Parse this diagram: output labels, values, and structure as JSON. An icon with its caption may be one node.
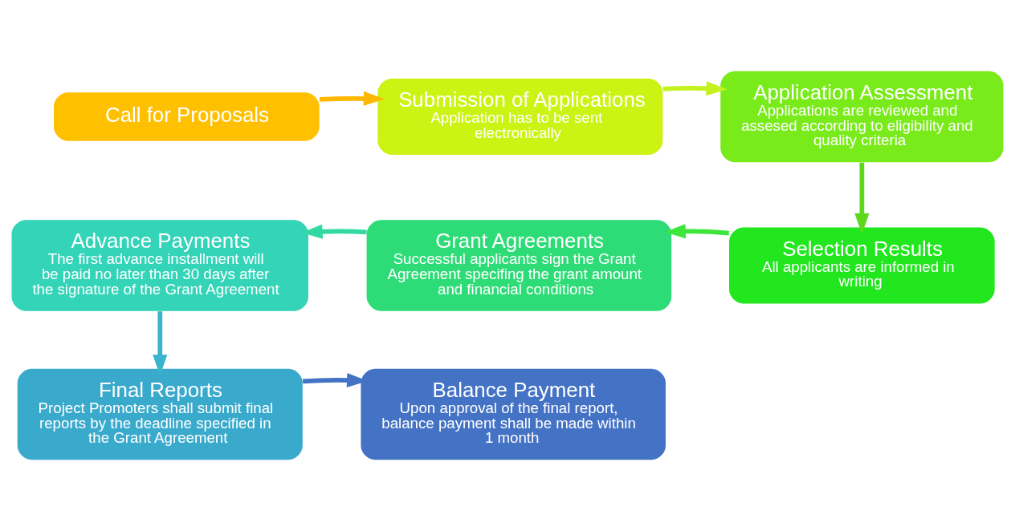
{
  "diagram": {
    "nodes": [
      {
        "text": [
          "Call for Proposals"
        ]
      },
      {
        "text": [
          "Submission of Applications",
          "Application has to be sent electronically"
        ]
      },
      {
        "text": [
          "Application Assessment",
          "Applications are reviewed and assesed according to eligibility and quality criteria"
        ]
      },
      {
        "text": [
          "Selection Results",
          "All applicants are informed in writing"
        ]
      },
      {
        "text": [
          "Grant Agreements",
          "Successful applicants sign the Grant Agreement specifing the grant amount and financial conditions"
        ]
      },
      {
        "text": [
          "Advance Payments",
          "The first advance installment will be paid no later than 30 days after the signature of the Grant Agreement"
        ]
      },
      {
        "text": [
          "Final Reports",
          "Project Promoters shall submit final reports by the deadline specified in the Grant Agreement"
        ]
      },
      {
        "text": [
          "Balance Payment",
          "Upon approval of the final report, balance payment shall be made within 1 month"
        ]
      }
    ],
    "edges": [
      {
        "from": 0,
        "to": 1,
        "arrow": "to",
        "color": "#ffb800"
      },
      {
        "from": 1,
        "to": 2,
        "arrow": "to",
        "color": "#c4f21e"
      },
      {
        "from": 2,
        "to": 3,
        "arrow": "to",
        "color": "#5ed81c"
      },
      {
        "from": 3,
        "to": 4,
        "arrow": "to",
        "color": "#3ee63c"
      },
      {
        "from": 4,
        "to": 5,
        "arrow": "to",
        "color": "#32d9a3"
      },
      {
        "from": 5,
        "to": 6,
        "arrow": "to",
        "color": "#3ab4cc"
      },
      {
        "from": 6,
        "to": 7,
        "arrow": "to",
        "color": "#4472c4"
      }
    ]
  }
}
